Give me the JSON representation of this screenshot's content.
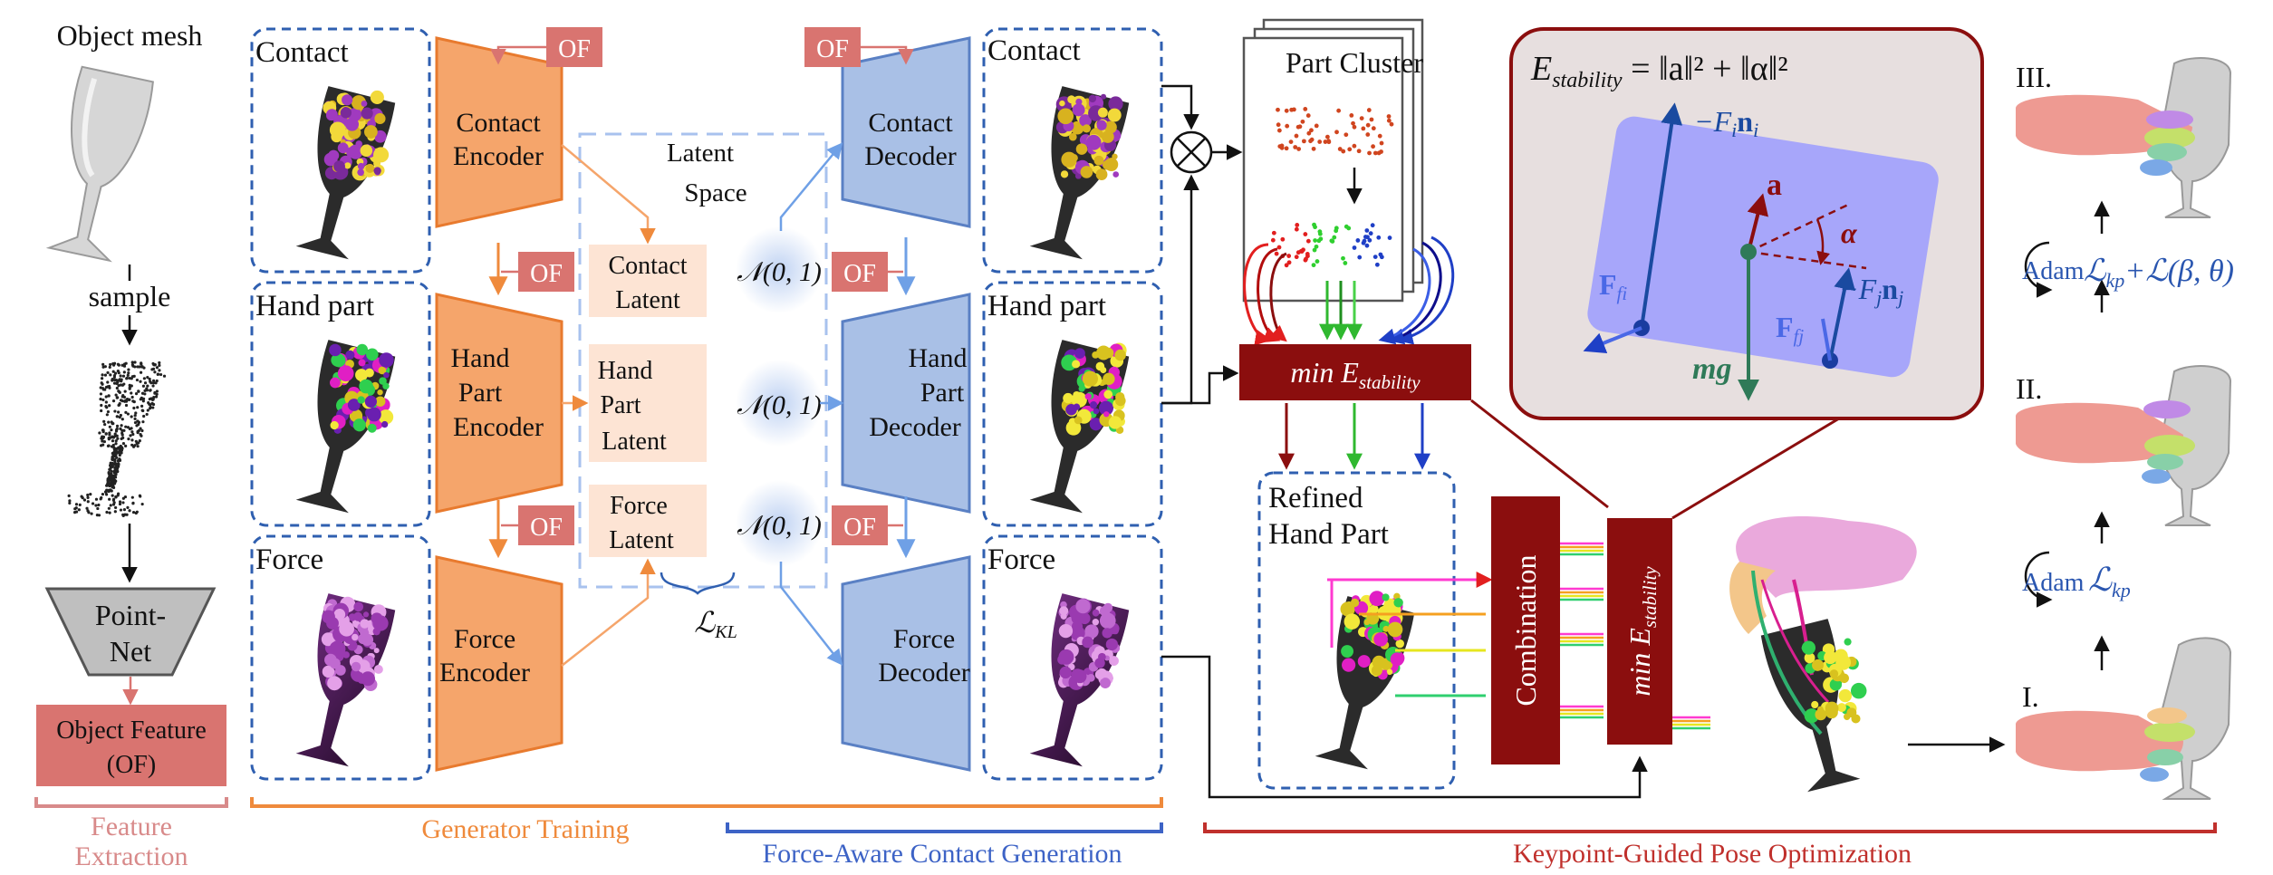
{
  "colors": {
    "encoder_fill": "#f5a56b",
    "encoder_stroke": "#e87a2e",
    "decoder_fill": "#a9c0e6",
    "decoder_stroke": "#5a80c4",
    "of_fill": "#d97470",
    "latent_fill": "#fde4d4",
    "dashed_blue": "#2f5fb0",
    "dark_red": "#8b0e0e",
    "green": "#2f7a58",
    "blue_text": "#2a56b0",
    "feature_label": "#d88a8a",
    "orange_label": "#ef8a3c",
    "force_label": "#3d63c6"
  },
  "icons": {
    "multiply": "circled-times-icon",
    "optimizer_loop": "circular-arrow-icon"
  },
  "pipeline": {
    "object_mesh": "Object mesh",
    "sample": "sample",
    "pointnet": [
      "Point-",
      "Net"
    ],
    "object_feature": [
      "Object Feature",
      "(OF)"
    ]
  },
  "panels": {
    "contact": "Contact",
    "hand_part": "Hand part",
    "force": "Force"
  },
  "encoders": {
    "contact": [
      "Contact",
      "Encoder"
    ],
    "hand_part": [
      "Hand",
      "Part",
      "Encoder"
    ],
    "force": [
      "Force",
      "Encoder"
    ]
  },
  "decoders": {
    "contact": [
      "Contact",
      "Decoder"
    ],
    "hand_part": [
      "Hand",
      "Part",
      "Decoder"
    ],
    "force": [
      "Force",
      "Decoder"
    ]
  },
  "of_label": "OF",
  "latent_space": [
    "Latent",
    "Space"
  ],
  "latents": {
    "contact": [
      "Contact",
      "Latent"
    ],
    "hand_part": [
      "Hand",
      "Part",
      "Latent"
    ],
    "force": [
      "Force",
      "Latent"
    ]
  },
  "normal_dist": "𝒩(0, 1)",
  "kl_loss": "ℒ",
  "kl_sub": "KL",
  "part_cluster": "Part Cluster",
  "min_stability": "min E",
  "stability_sub": "stability",
  "refined": [
    "Refined",
    "Hand Part"
  ],
  "combination": "Combination",
  "formula": {
    "lhs": "E",
    "lhs_sub": "stability",
    "rhs": " = ‖a‖² + ‖α‖²"
  },
  "inset_labels": {
    "force_i": "−F",
    "force_i_sub": "i",
    "normal_i": "n",
    "normal_i_sub": "i",
    "force_j": "−F",
    "force_j_sub": "j",
    "normal_j": "n",
    "normal_j_sub": "j",
    "fric_i": "F",
    "fric_i_sub": "fi",
    "fric_j": "F",
    "fric_j_sub": "fj",
    "accel": "a",
    "alpha": "α",
    "gravity": "mg"
  },
  "stages": {
    "iii": "III.",
    "ii": "II.",
    "i": "I."
  },
  "optimizer": "Adam",
  "loss_kp_full": "ℒ",
  "loss_kp_sub": "kp",
  "loss_plus": "+ℒ(β, θ)",
  "sections": {
    "feature_extraction": [
      "Feature",
      "Extraction"
    ],
    "generator_training": "Generator Training",
    "force_aware": "Force-Aware Contact Generation",
    "keypoint_guided": "Keypoint-Guided Pose Optimization"
  }
}
